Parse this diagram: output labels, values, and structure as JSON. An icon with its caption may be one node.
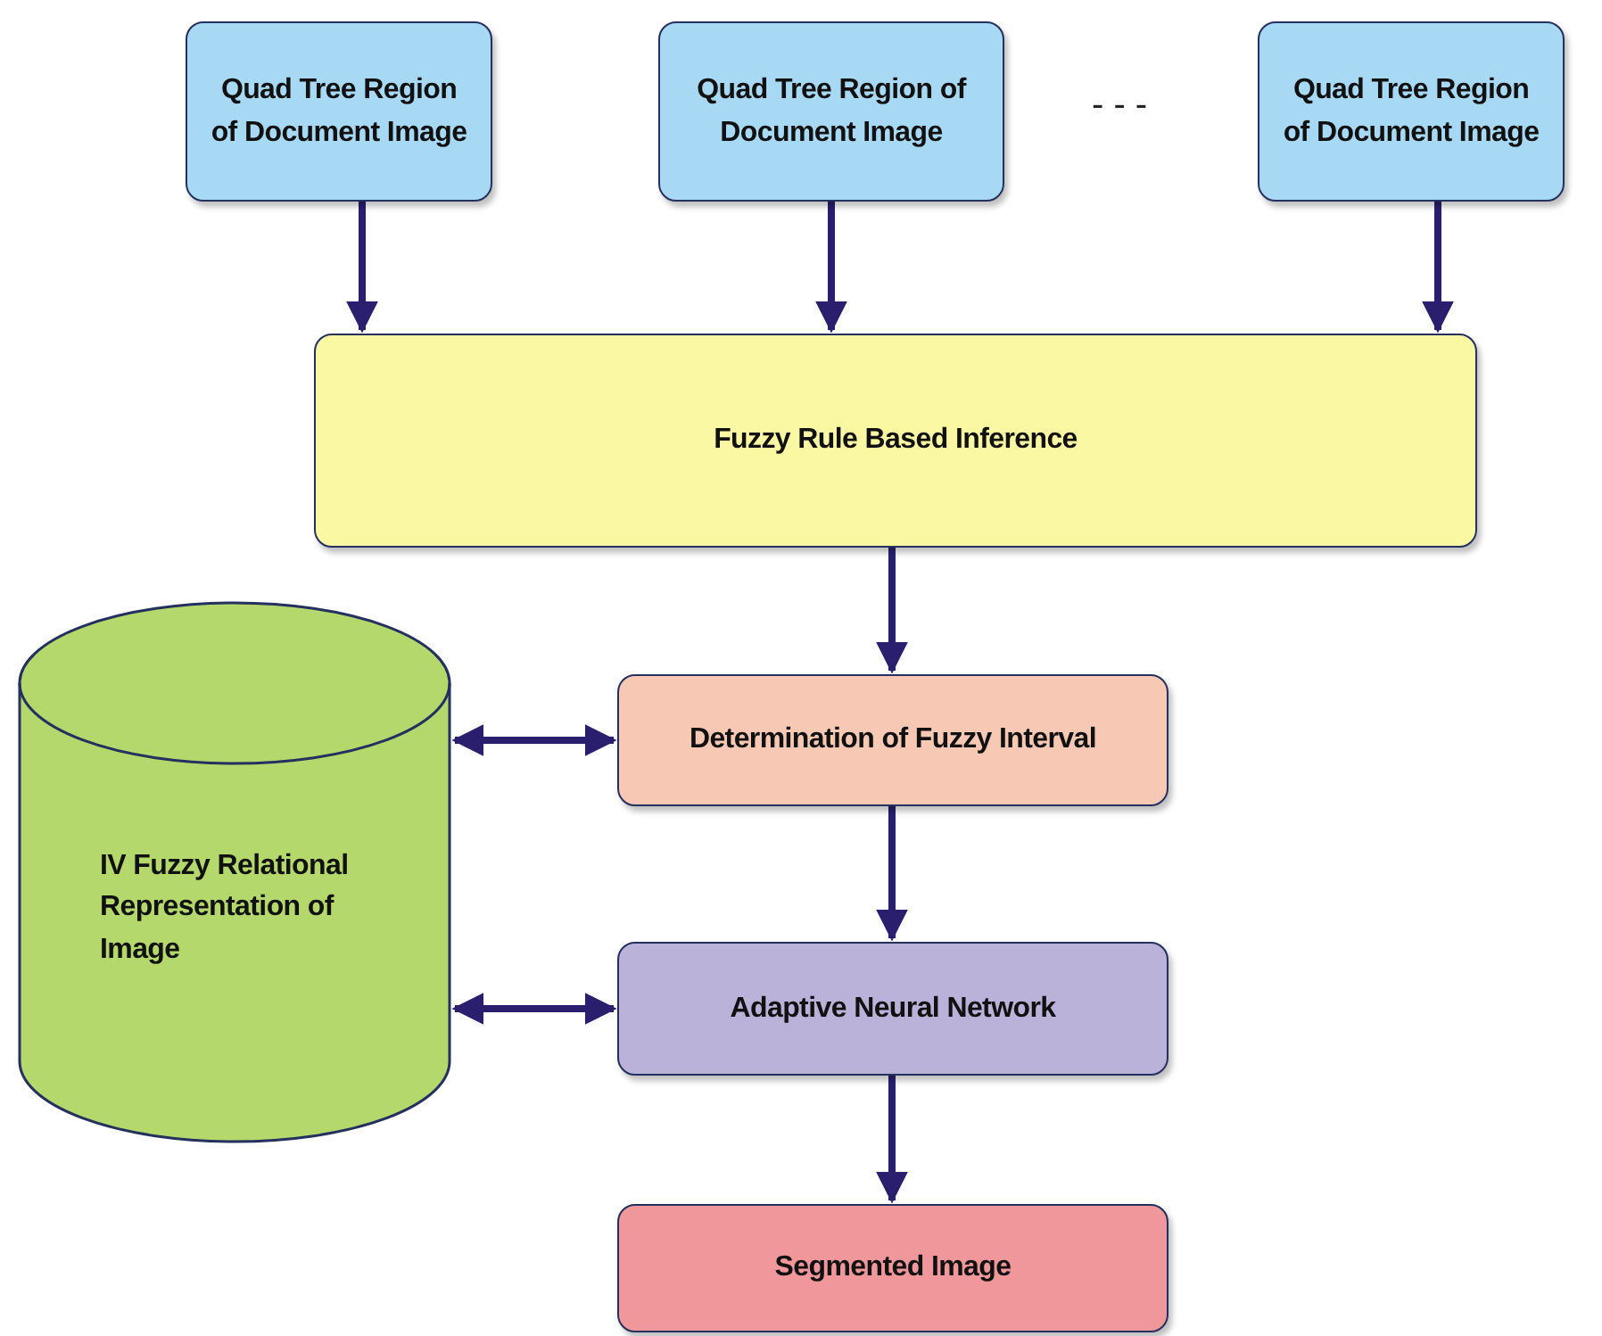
{
  "diagram": {
    "nodes": [
      {
        "text": [
          "Quad Tree Region of Document Image"
        ]
      },
      {
        "text": [
          "Quad Tree Region of Document Image"
        ]
      },
      {
        "text": [
          "Quad Tree Region of Document Image"
        ]
      },
      {
        "text": [
          "Fuzzy Rule Based Inference"
        ]
      },
      {
        "text": [
          "Determination of Fuzzy Interval"
        ]
      },
      {
        "text": [
          "Adaptive Neural Network"
        ]
      },
      {
        "text": [
          "Segmented Image"
        ]
      },
      {
        "text": [
          "IV Fuzzy Relational Representation of Image"
        ]
      }
    ],
    "edges": [
      {
        "from": 0,
        "to": 3,
        "arrow": "to"
      },
      {
        "from": 1,
        "to": 3,
        "arrow": "to"
      },
      {
        "from": 2,
        "to": 3,
        "arrow": "to"
      },
      {
        "from": 3,
        "to": 4,
        "arrow": "to"
      },
      {
        "from": 4,
        "to": 5,
        "arrow": "to"
      },
      {
        "from": 5,
        "to": 6,
        "arrow": "to"
      },
      {
        "from": 7,
        "to": 4,
        "arrow": "both"
      },
      {
        "from": 7,
        "to": 5,
        "arrow": "both"
      }
    ],
    "labels": [
      "- - -"
    ]
  }
}
